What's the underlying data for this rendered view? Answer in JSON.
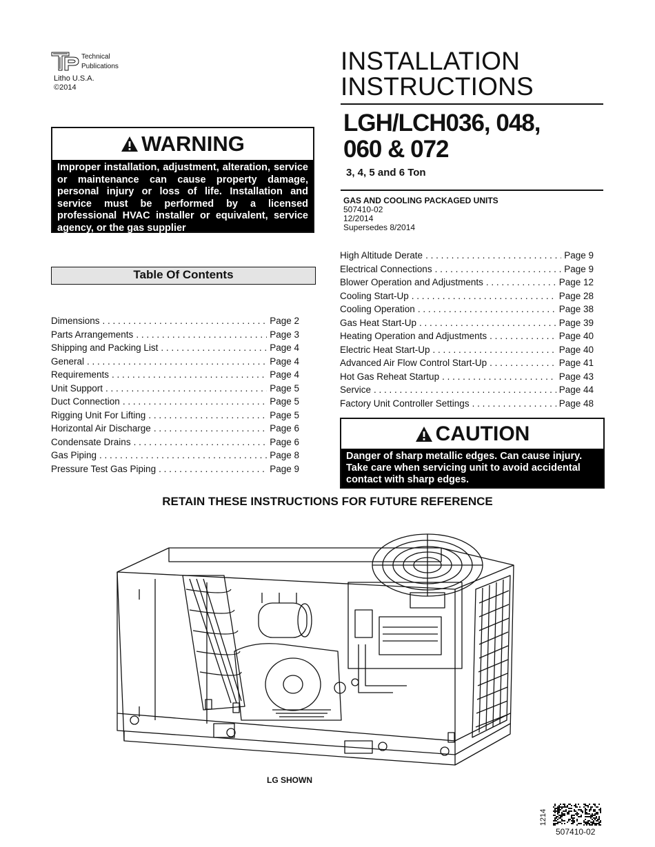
{
  "publisher": {
    "logo_text": "TP",
    "line1": "Technical",
    "line2": "Publications",
    "litho": "Litho U.S.A.",
    "copyright": "©2014"
  },
  "title": {
    "line1": "INSTALLATION",
    "line2": "INSTRUCTIONS",
    "models_line1": "LGH/LCH036, 048,",
    "models_line2": "060 & 072",
    "tonnage": "3, 4, 5 and 6 Ton"
  },
  "doc_meta": {
    "product": "GAS AND COOLING PACKAGED UNITS",
    "number": "507410-02",
    "date": "12/2014",
    "supersedes": "Supersedes 8/2014"
  },
  "warning": {
    "heading": "WARNING",
    "text": "Improper installation, adjustment, alteration, service or maintenance can cause property damage, personal injury or loss of life. Installation and service must be performed by a licensed professional HVAC installer or equivalent, service agency, or the gas supplier"
  },
  "toc": {
    "heading": "Table Of Contents",
    "left": [
      {
        "label": "Dimensions",
        "page": "Page 2"
      },
      {
        "label": "Parts Arrangements",
        "page": "Page 3"
      },
      {
        "label": "Shipping and Packing List",
        "page": "Page 4"
      },
      {
        "label": "General",
        "page": "Page 4"
      },
      {
        "label": "Requirements",
        "page": "Page 4"
      },
      {
        "label": "Unit Support",
        "page": "Page 5"
      },
      {
        "label": "Duct Connection",
        "page": "Page 5"
      },
      {
        "label": "Rigging Unit For Lifting",
        "page": "Page 5"
      },
      {
        "label": "Horizontal Air Discharge",
        "page": "Page 6"
      },
      {
        "label": "Condensate Drains",
        "page": "Page 6"
      },
      {
        "label": "Gas Piping",
        "page": "Page 8"
      },
      {
        "label": "Pressure Test Gas Piping",
        "page": "Page 9"
      }
    ],
    "right": [
      {
        "label": "High Altitude Derate",
        "page": "Page 9"
      },
      {
        "label": "Electrical Connections",
        "page": "Page 9"
      },
      {
        "label": "Blower Operation and Adjustments",
        "page": "Page 12"
      },
      {
        "label": "Cooling Start-Up",
        "page": "Page 28"
      },
      {
        "label": "Cooling Operation",
        "page": "Page 38"
      },
      {
        "label": "Gas Heat Start-Up",
        "page": "Page 39"
      },
      {
        "label": "Heating Operation and Adjustments",
        "page": "Page 40"
      },
      {
        "label": "Electric Heat Start-Up",
        "page": "Page 40"
      },
      {
        "label": "Advanced Air Flow Control Start-Up",
        "page": "Page 41"
      },
      {
        "label": "Hot Gas Reheat Startup",
        "page": "Page 43"
      },
      {
        "label": "Service",
        "page": "Page 44"
      },
      {
        "label": "Factory Unit Controller Settings",
        "page": "Page 48"
      }
    ]
  },
  "caution": {
    "heading": "CAUTION",
    "text": "Danger of sharp metallic edges. Can cause injury. Take care when servicing unit to avoid accidental contact with sharp edges."
  },
  "retain_notice": "RETAIN THESE INSTRUCTIONS FOR FUTURE REFERENCE",
  "figure_caption": "LG SHOWN",
  "footer": {
    "side_code": "1214",
    "doc_number": "507410-02"
  }
}
